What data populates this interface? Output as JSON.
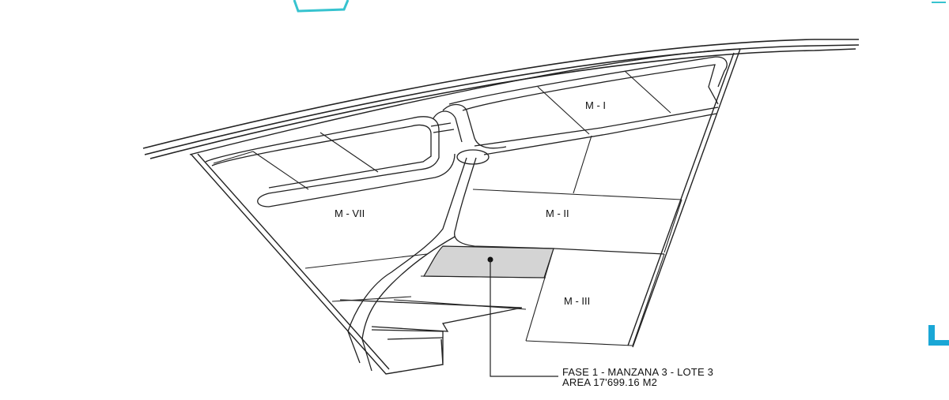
{
  "blocks": {
    "m1": "M - I",
    "m2": "M - II",
    "m3": "M - III",
    "m7": "M - VII"
  },
  "callout": {
    "line1": "FASE 1 - MANZANA 3 - LOTE 3",
    "line2": "AREA 17'699.16 M2"
  },
  "colors": {
    "line": "#222222",
    "highlight": "#d4d4d4",
    "accent": "#37c3cf",
    "accent_right": "#1aa7d6"
  }
}
